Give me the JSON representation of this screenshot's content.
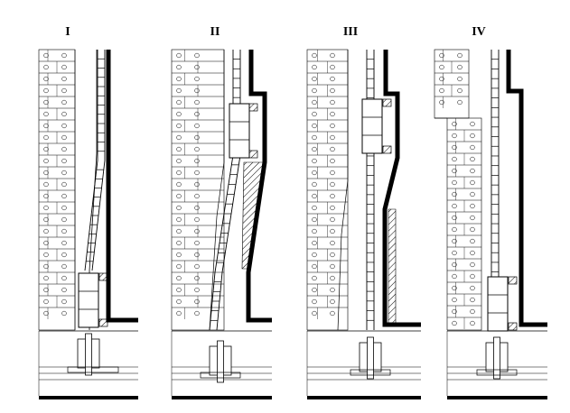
{
  "panels": [
    {
      "label": "I"
    },
    {
      "label": "II"
    },
    {
      "label": "III"
    },
    {
      "label": "IV"
    }
  ]
}
